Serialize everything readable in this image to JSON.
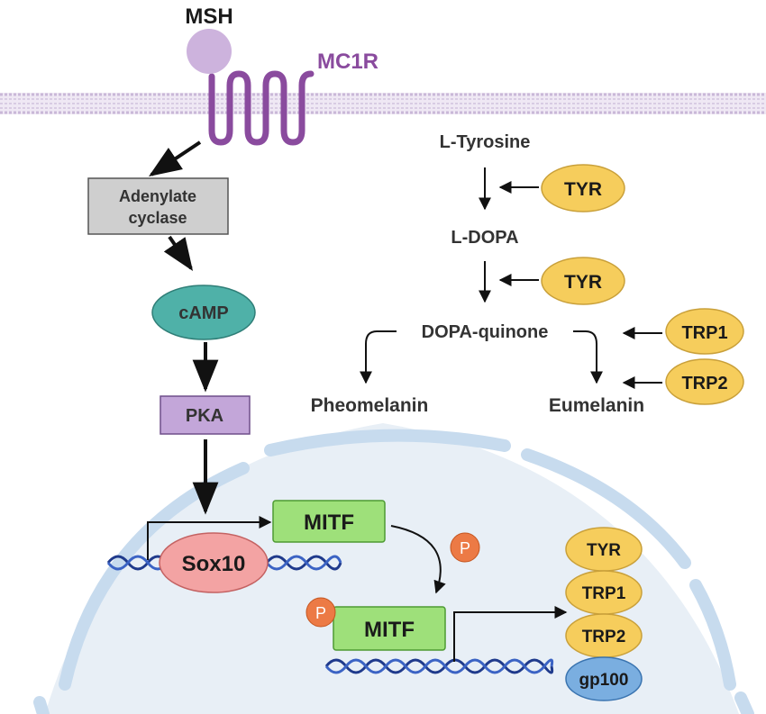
{
  "ligand": {
    "label": "MSH"
  },
  "receptor": {
    "label": "MC1R"
  },
  "cascade": {
    "adenylate_line1": "Adenylate",
    "adenylate_line2": "cyclase",
    "camp": "cAMP",
    "pka": "PKA"
  },
  "melanin_pathway": {
    "tyrosine": "L-Tyrosine",
    "ldopa": "L-DOPA",
    "dopaquinone": "DOPA-quinone",
    "pheomelanin": "Pheomelanin",
    "eumelanin": "Eumelanin",
    "enzyme_tyr_1": "TYR",
    "enzyme_tyr_2": "TYR",
    "enzyme_trp1": "TRP1",
    "enzyme_trp2": "TRP2"
  },
  "nucleus": {
    "sox10": "Sox10",
    "mitf": "MITF",
    "mitf_p": "MITF",
    "phospho_1": "P",
    "phospho_2": "P",
    "targets": [
      "TYR",
      "TRP1",
      "TRP2",
      "gp100"
    ]
  },
  "colors": {
    "receptor": "#8a4b9e",
    "ligand": "#cdb3dd",
    "membrane": "#c9b8d8",
    "adenylate": "#cfcfcf",
    "camp": "#4fb1a8",
    "pka": "#c3a6d9",
    "mitf": "#9ee07a",
    "sox10": "#f3a3a3",
    "enzyme": "#f6cd5c",
    "gp100": "#7aaee0",
    "phospho": "#ec7a45",
    "nucleus_fill": "#e8eff6",
    "nucleus_border": "#c7dbee",
    "dna": "#1f3a8c"
  }
}
